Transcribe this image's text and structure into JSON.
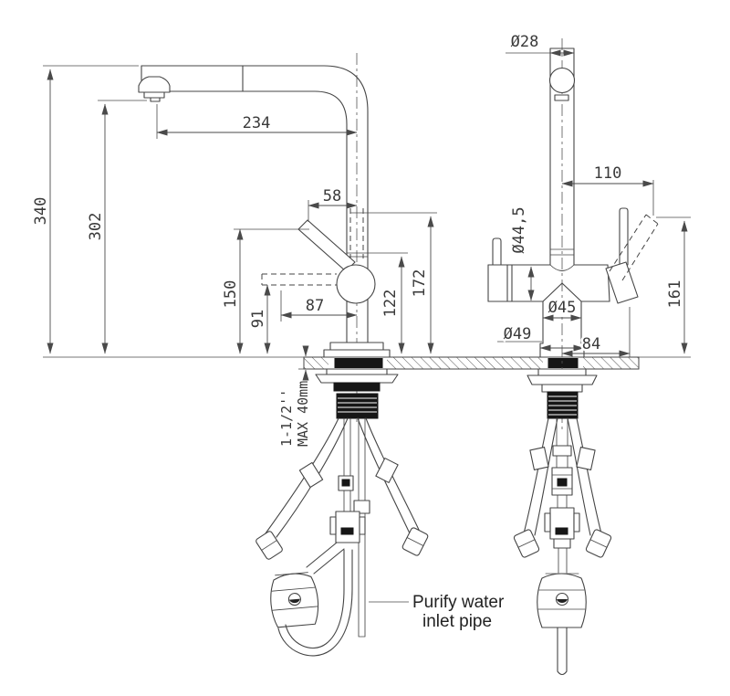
{
  "page": {
    "background": "#ffffff",
    "line_color": "#454545"
  },
  "side_view": {
    "dims": {
      "overall_height": "340",
      "outlet_height": "302",
      "spout_reach": "234",
      "lever_offset": "58",
      "lever_tip_height": "150",
      "lever_down_height": "91",
      "lever_reach": "87",
      "body_joint_height": "122",
      "neck_top_height": "172"
    },
    "countertop_note": {
      "line1": "1-1/2''",
      "line2": "MAX 40mm"
    }
  },
  "front_view": {
    "dims": {
      "spout_tube_diameter": "Ø28",
      "lever_span": "110",
      "body_diameter": "Ø44,5",
      "lever_top_height": "161",
      "base_diameter": "Ø45",
      "flange_diameter": "Ø49",
      "body_right_length": "84"
    }
  },
  "note": {
    "line1": "Purify water",
    "line2": "inlet pipe"
  }
}
